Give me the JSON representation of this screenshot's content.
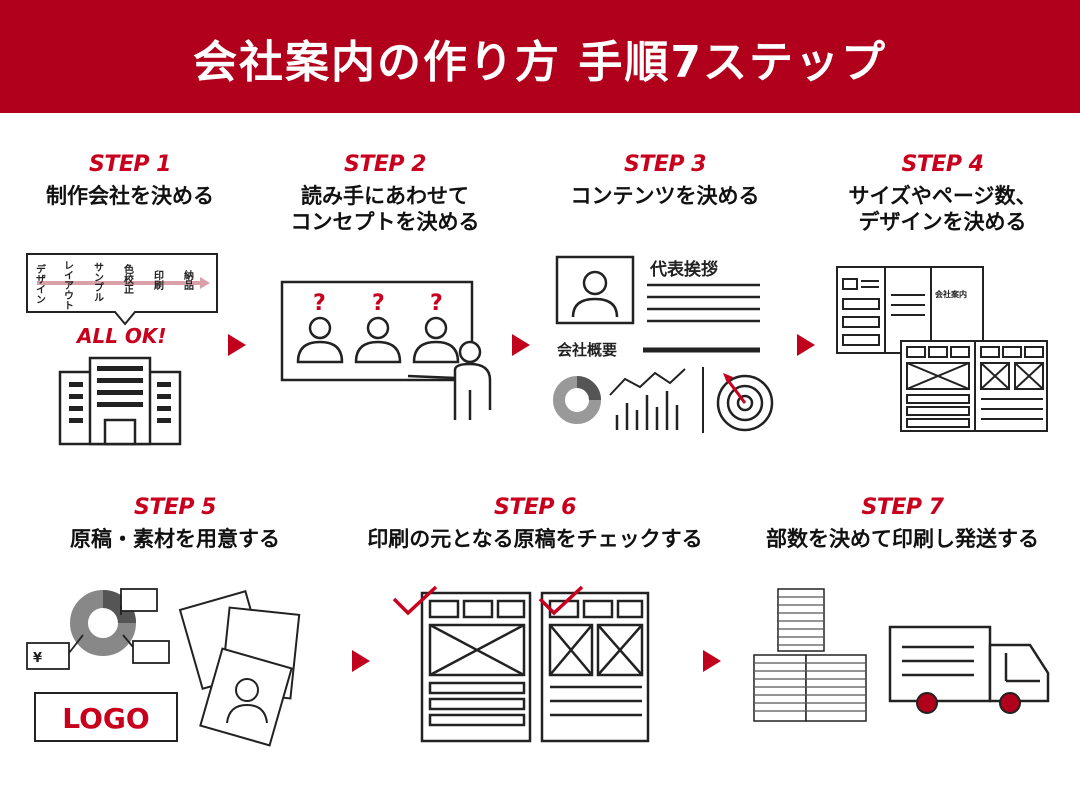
{
  "header": {
    "title": "会社案内の作り方 手順7ステップ"
  },
  "accent_color": "#b0001b",
  "steps": [
    {
      "label": "STEP 1",
      "title": "制作会社を決める",
      "items": [
        "デザイン",
        "レイアウト",
        "サンプル",
        "色校正",
        "印刷",
        "納品"
      ],
      "ok": "ALL OK!"
    },
    {
      "label": "STEP 2",
      "title": "読み手にあわせて\nコンセプトを決める",
      "mark": "?"
    },
    {
      "label": "STEP 3",
      "title": "コンテンツを決める",
      "greeting": "代表挨拶",
      "overview": "会社概要"
    },
    {
      "label": "STEP 4",
      "title": "サイズやページ数、\nデザインを決める",
      "doc_label": "会社案内"
    },
    {
      "label": "STEP 5",
      "title": "原稿・素材を用意する",
      "logo": "LOGO",
      "currency": "¥"
    },
    {
      "label": "STEP 6",
      "title": "印刷の元となる原稿をチェックする"
    },
    {
      "label": "STEP 7",
      "title": "部数を決めて印刷し発送する"
    }
  ]
}
